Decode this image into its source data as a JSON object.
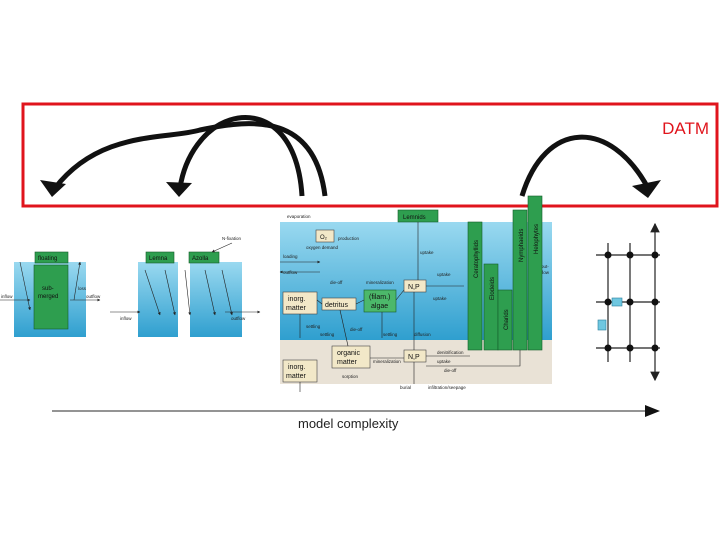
{
  "frame": {
    "label": "DATM",
    "border_color": "#e0141c"
  },
  "axis": {
    "label": "model complexity"
  },
  "colors": {
    "water": "#3aa9d4",
    "water_light": "#8fd4ee",
    "sediment": "#e9e2d6",
    "plant": "#2e9e4f",
    "plant_light": "#4cb86a",
    "box": "#f2e8c8"
  },
  "model1": {
    "floating": "floating",
    "submerged_1": "sub-",
    "submerged_2": "merged",
    "inflow": "inflow",
    "outflow": "outflow",
    "loss": "loss"
  },
  "model2": {
    "lemna": "Lemna",
    "azolla": "Azolla",
    "fixation": "N-fixation",
    "inflow": "inflow",
    "outflow": "outflow"
  },
  "model3": {
    "lemnids": "Lemnids",
    "o2": "O₂",
    "evaporation": "evaporation",
    "production": "production",
    "oxygen_demand": "oxygen demand",
    "loading": "loading",
    "outflow": "outflow",
    "uptake": "uptake",
    "die_off": "die-off",
    "mineralization": "mineralization",
    "np": "N,P",
    "filam_algae_1": "(filam.)",
    "filam_algae_2": "algae",
    "inorg_matter_1": "inorg.",
    "inorg_matter_2": "matter",
    "detritus": "detritus",
    "settling": "settling",
    "diffusion": "diffusion",
    "organic_matter_1": "organic",
    "organic_matter_2": "matter",
    "np_sed": "N,P",
    "burial": "burial",
    "infiltration": "infiltration/seepage",
    "denitrification": "denitrification",
    "sorption": "sorption",
    "inorg_sed_1": "inorg.",
    "inorg_sed_2": "matter",
    "outflow_right_1": "out-",
    "outflow_right_2": "flow",
    "plants": [
      "Ceratophyllids",
      "Elodeids",
      "Nymphaeids",
      "Charids",
      "Helophytes"
    ]
  }
}
